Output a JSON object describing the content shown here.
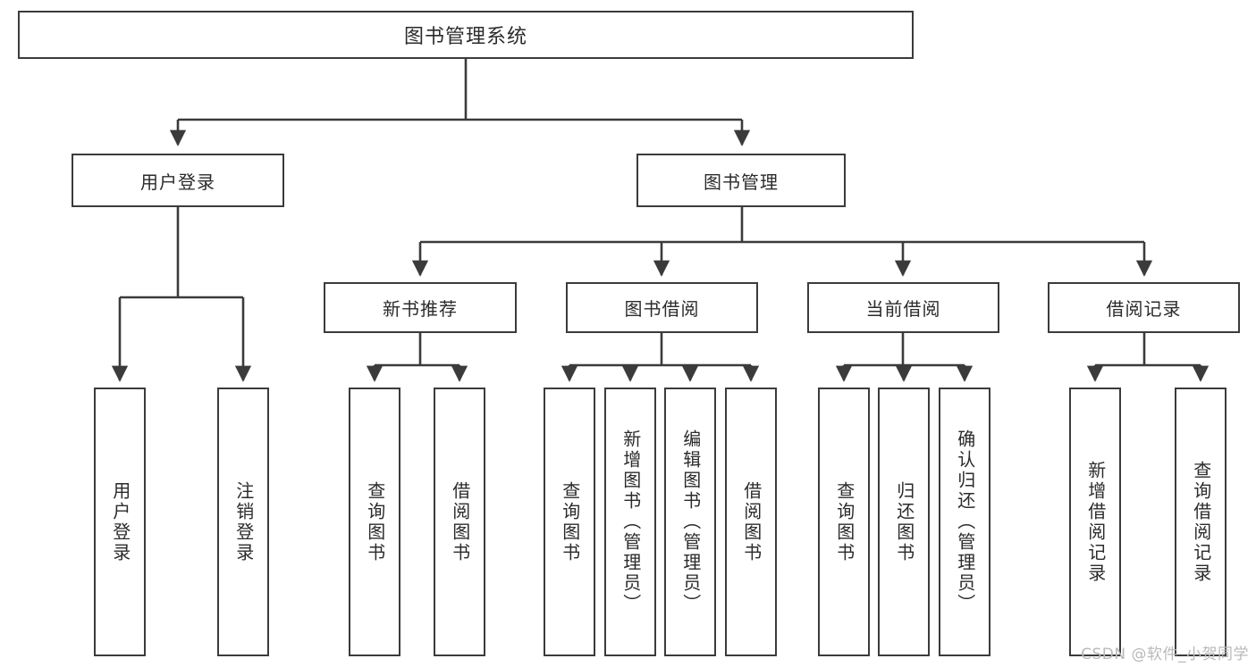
{
  "diagram": {
    "title": "图书管理系统",
    "type": "tree",
    "background_color": "#ffffff",
    "line_color": "#3b3b3b",
    "text_color": "#2b2b2b",
    "root": {
      "label": "图书管理系统",
      "children": [
        {
          "label": "用户登录",
          "children": [
            {
              "label": "用户登录"
            },
            {
              "label": "注销登录"
            }
          ]
        },
        {
          "label": "图书管理",
          "children": [
            {
              "label": "新书推荐",
              "children": [
                {
                  "label": "查询图书"
                },
                {
                  "label": "借阅图书"
                }
              ]
            },
            {
              "label": "图书借阅",
              "children": [
                {
                  "label": "查询图书"
                },
                {
                  "label": "新增图书（管理员）"
                },
                {
                  "label": "编辑图书（管理员）"
                },
                {
                  "label": "借阅图书"
                }
              ]
            },
            {
              "label": "当前借阅",
              "children": [
                {
                  "label": "查询图书"
                },
                {
                  "label": "归还图书"
                },
                {
                  "label": "确认归还（管理员）"
                }
              ]
            },
            {
              "label": "借阅记录",
              "children": [
                {
                  "label": "新增借阅记录"
                },
                {
                  "label": "查询借阅记录"
                }
              ]
            }
          ]
        }
      ]
    }
  },
  "nodes": {
    "root": "图书管理系统",
    "user_login": "用户登录",
    "book_manage": "图书管理",
    "new_book_rec": "新书推荐",
    "book_borrow": "图书借阅",
    "current_borrow": "当前借阅",
    "borrow_record": "借阅记录",
    "leaf_user_login": "用户登录",
    "leaf_logout": "注销登录",
    "leaf_rec_query": "查询图书",
    "leaf_rec_borrow": "借阅图书",
    "leaf_bor_query": "查询图书",
    "leaf_bor_add": "新增图书（管理员）",
    "leaf_bor_edit": "编辑图书（管理员）",
    "leaf_bor_borrow": "借阅图书",
    "leaf_cur_query": "查询图书",
    "leaf_cur_return": "归还图书",
    "leaf_cur_confirm": "确认归还（管理员）",
    "leaf_rec_add": "新增借阅记录",
    "leaf_rec_query2": "查询借阅记录"
  },
  "watermark": {
    "text": "CSDN @软件_小贺同学"
  }
}
